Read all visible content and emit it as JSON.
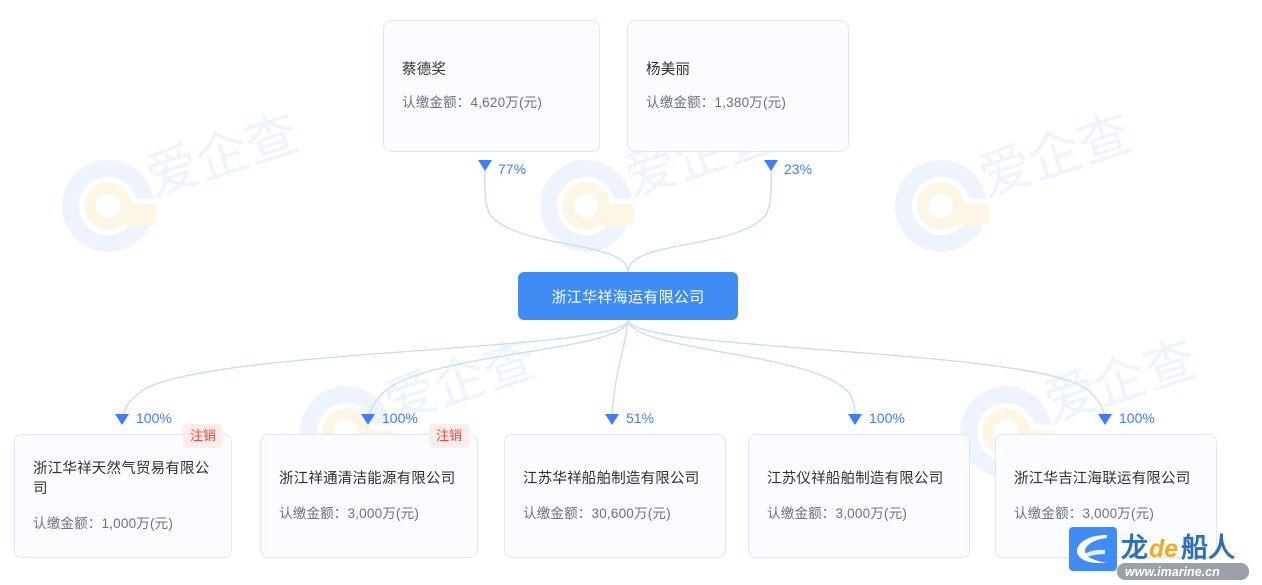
{
  "diagram": {
    "type": "corporate-ownership-tree",
    "center": {
      "name": "浙江华祥海运有限公司",
      "color": "#3f8cf5"
    },
    "shareholders": [
      {
        "name": "蔡德奖",
        "amount_label": "认缴金额：4,620万(元)",
        "percent": "77%"
      },
      {
        "name": "杨美丽",
        "amount_label": "认缴金额：1,380万(元)",
        "percent": "23%"
      }
    ],
    "subsidiaries": [
      {
        "name": "浙江华祥天然气贸易有限公司",
        "amount_label": "认缴金额：1,000万(元)",
        "percent": "100%",
        "status": "注销"
      },
      {
        "name": "浙江祥通清洁能源有限公司",
        "amount_label": "认缴金额：3,000万(元)",
        "percent": "100%",
        "status": "注销"
      },
      {
        "name": "江苏华祥船舶制造有限公司",
        "amount_label": "认缴金额：30,600万(元)",
        "percent": "51%",
        "status": ""
      },
      {
        "name": "江苏仪祥船舶制造有限公司",
        "amount_label": "认缴金额：3,000万(元)",
        "percent": "100%",
        "status": ""
      },
      {
        "name": "浙江华吉江海联运有限公司",
        "amount_label": "认缴金额：3,000万(元)",
        "percent": "100%",
        "status": ""
      }
    ],
    "colors": {
      "accent": "#3d7eff",
      "center_fill": "#3f8cf5",
      "card_fill": "#fafcff",
      "card_border": "#dde8f7",
      "edge": "#c9ddf7",
      "badge_text": "#f5452f",
      "badge_fill": "#fdecea"
    }
  },
  "watermarks": {
    "background_text": "爱企查",
    "corner_logo": {
      "brand": "龙de船人",
      "url": "www.imarine.cn"
    }
  }
}
